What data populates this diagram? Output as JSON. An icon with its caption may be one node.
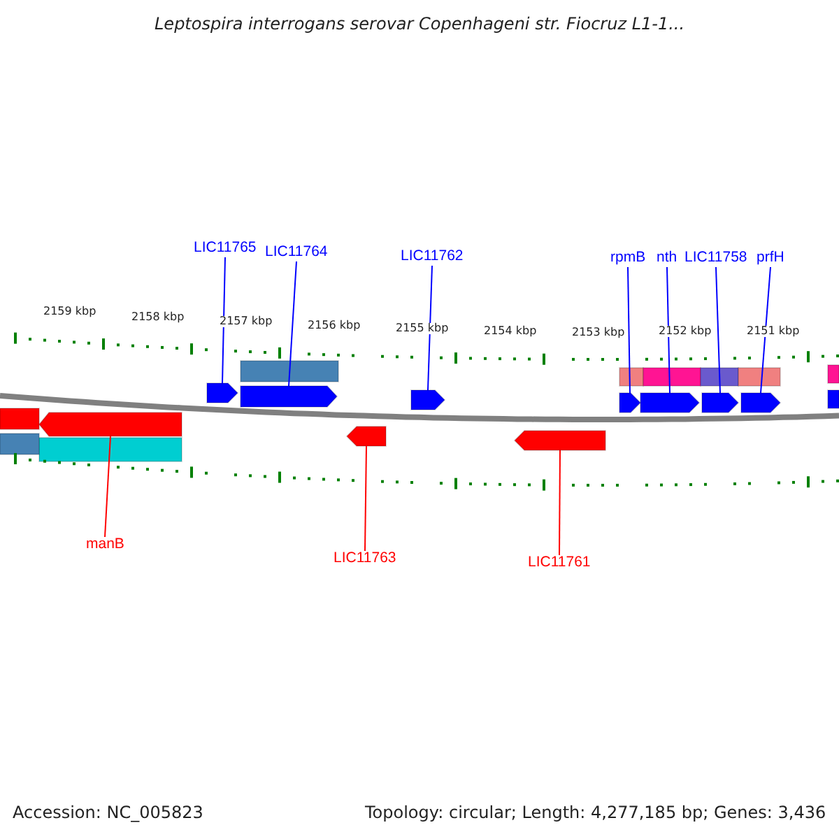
{
  "diagram": {
    "title": "Leptospira interrogans serovar Copenhageni str. Fiocruz L1-1...",
    "nodes": [
      {
        "text": [
          "LIC11765"
        ]
      },
      {
        "text": [
          "LIC11764"
        ]
      },
      {
        "text": [
          "LIC11762"
        ]
      },
      {
        "text": [
          "rpmB"
        ]
      },
      {
        "text": [
          "nth"
        ]
      },
      {
        "text": [
          "LIC11758"
        ]
      },
      {
        "text": [
          "prfH"
        ]
      },
      {
        "text": [],
        "shape": "bar"
      },
      {
        "text": [],
        "shape": "bar"
      },
      {
        "text": [],
        "shape": "bar"
      },
      {
        "text": [],
        "shape": "bar"
      },
      {
        "text": [],
        "shape": "bar"
      },
      {
        "text": [],
        "shape": "bar"
      },
      {
        "text": [],
        "shape": "bar"
      },
      {
        "text": [],
        "shape": "bar"
      },
      {
        "text": [],
        "shape": "bar"
      },
      {
        "text": [],
        "shape": "bar"
      },
      {
        "text": [
          "manB"
        ]
      },
      {
        "text": [
          "LIC11763"
        ]
      },
      {
        "text": [
          "LIC11761"
        ]
      },
      {
        "text": [],
        "shape": "box"
      },
      {
        "text": [],
        "shape": "box"
      },
      {
        "text": [],
        "shape": "box"
      },
      {
        "text": [],
        "shape": "box"
      },
      {
        "text": [],
        "shape": "box"
      },
      {
        "text": [],
        "shape": "box"
      },
      {
        "text": [],
        "shape": "box"
      },
      {
        "text": [],
        "shape": "box"
      },
      {
        "text": [],
        "shape": "box"
      },
      {
        "text": [],
        "shape": "box"
      }
    ],
    "edges": [
      {
        "from": 0,
        "to": 7,
        "arrow": "none"
      },
      {
        "from": 1,
        "to": 8,
        "arrow": "none"
      },
      {
        "from": 2,
        "to": 9,
        "arrow": "none"
      },
      {
        "from": 3,
        "to": 10,
        "arrow": "none"
      },
      {
        "from": 4,
        "to": 11,
        "arrow": "none"
      },
      {
        "from": 5,
        "to": 12,
        "arrow": "none"
      },
      {
        "from": 6,
        "to": 13,
        "arrow": "none"
      },
      {
        "from": 17,
        "to": 14,
        "arrow": "none",
        "color": "#ff0000"
      },
      {
        "from": 18,
        "to": 15,
        "arrow": "none",
        "color": "#ff0000"
      },
      {
        "from": 19,
        "to": 16,
        "arrow": "none",
        "color": "#ff0000"
      }
    ],
    "labels": [
      "2159 kbp",
      "2158 kbp",
      "2157 kbp",
      "2156 kbp",
      "2155 kbp",
      "2154 kbp",
      "2153 kbp",
      "2152 kbp",
      "2151 kbp",
      "Accession: NC_005823",
      "Topology: circular; Length: 4,277,185 bp; Genes: 3,436"
    ]
  }
}
